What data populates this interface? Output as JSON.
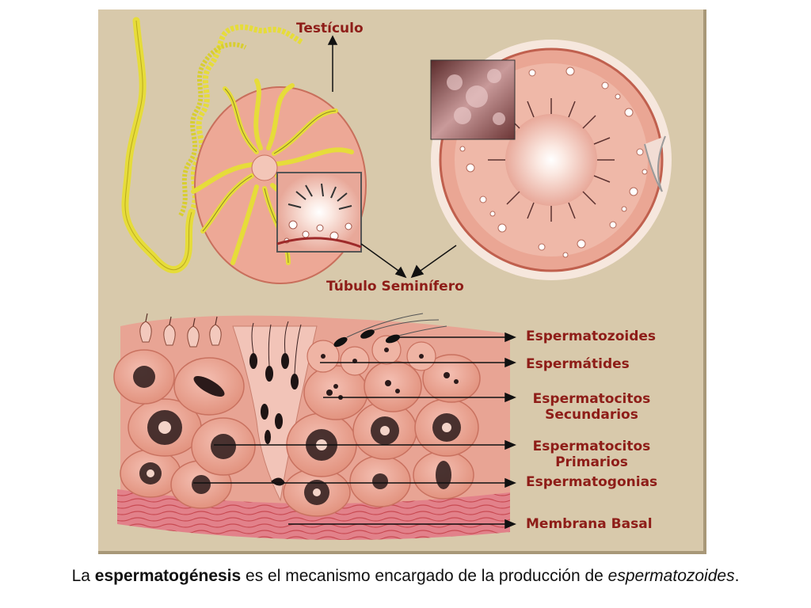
{
  "labels": {
    "testiculo": "Testículo",
    "tubulo": "Túbulo Seminífero",
    "espermatozoides": "Espermatozoides",
    "espermatides": "Espermátides",
    "espermatocitos_secundarios_1": "Espermatocitos",
    "espermatocitos_secundarios_2": "Secundarios",
    "espermatocitos_primarios_1": "Espermatocitos",
    "espermatocitos_primarios_2": "Primarios",
    "espermatogonias": "Espermatogonias",
    "membrana_basal": "Membrana Basal"
  },
  "caption": {
    "prefix": "La ",
    "bold": "espermatogénesis",
    "middle": " es el mecanismo encargado de la producción de ",
    "italic": "espermatozoides",
    "suffix": "."
  },
  "colors": {
    "background": "#d8c9ab",
    "label": "#8e1d18",
    "tissue": "#e9a596",
    "tubule": "#e6dc3a"
  }
}
